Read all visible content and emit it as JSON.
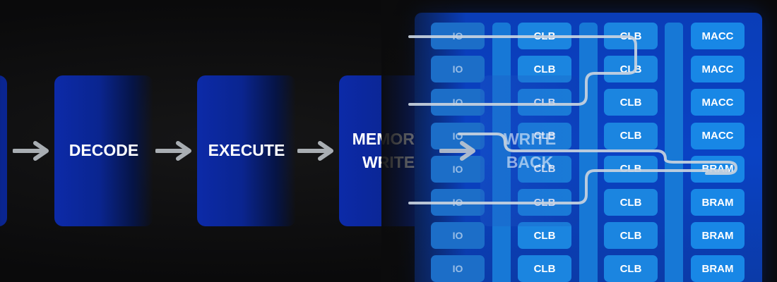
{
  "pipeline": {
    "stages": [
      {
        "label": "DECODE"
      },
      {
        "label": "EXECUTE"
      },
      {
        "label": "MEMORY\nWRITE"
      },
      {
        "label": "WRITE\nBACK"
      }
    ]
  },
  "fpga": {
    "io_label": "IO",
    "clb_label": "CLB",
    "macc_label": "MACC",
    "bram_label": "BRAM",
    "io_column": [
      "IO",
      "IO",
      "IO",
      "IO",
      "IO",
      "IO",
      "IO",
      "IO"
    ],
    "clb_column_1": [
      "CLB",
      "CLB",
      "CLB",
      "CLB",
      "CLB",
      "CLB",
      "CLB",
      "CLB"
    ],
    "clb_column_2": [
      "CLB",
      "CLB",
      "CLB",
      "CLB",
      "CLB",
      "CLB",
      "CLB",
      "CLB"
    ],
    "memory_column": [
      "MACC",
      "MACC",
      "MACC",
      "MACC",
      "BRAM",
      "BRAM",
      "BRAM",
      "BRAM"
    ]
  },
  "colors": {
    "background": "#0b0b0c",
    "stage_blue": "#0a2590",
    "fpga_panel": "#0a42c4",
    "block_blue": "#1b85e0",
    "route_line": "#c8d3df"
  },
  "icons": [
    "right-arrow-icon"
  ]
}
